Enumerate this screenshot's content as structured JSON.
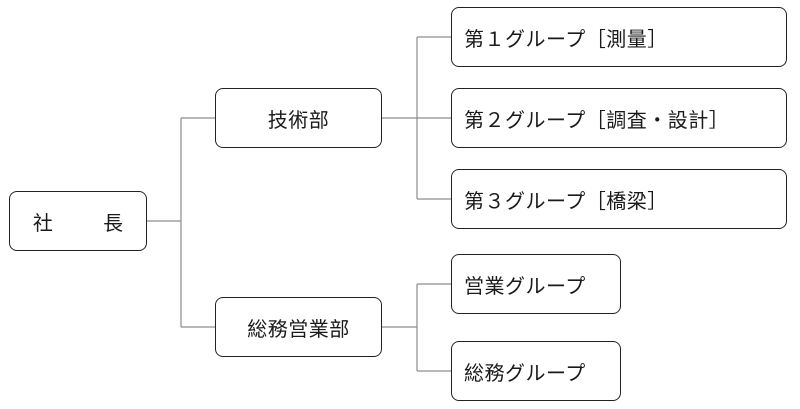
{
  "org_chart": {
    "root": {
      "label": "社 長"
    },
    "departments": [
      {
        "label": "技術部",
        "groups": [
          {
            "label": "第１グループ［測量］"
          },
          {
            "label": "第２グループ［調査・設計］"
          },
          {
            "label": "第３グループ［橋梁］"
          }
        ]
      },
      {
        "label": "総務営業部",
        "groups": [
          {
            "label": "営業グループ"
          },
          {
            "label": "総務グループ"
          }
        ]
      }
    ]
  }
}
